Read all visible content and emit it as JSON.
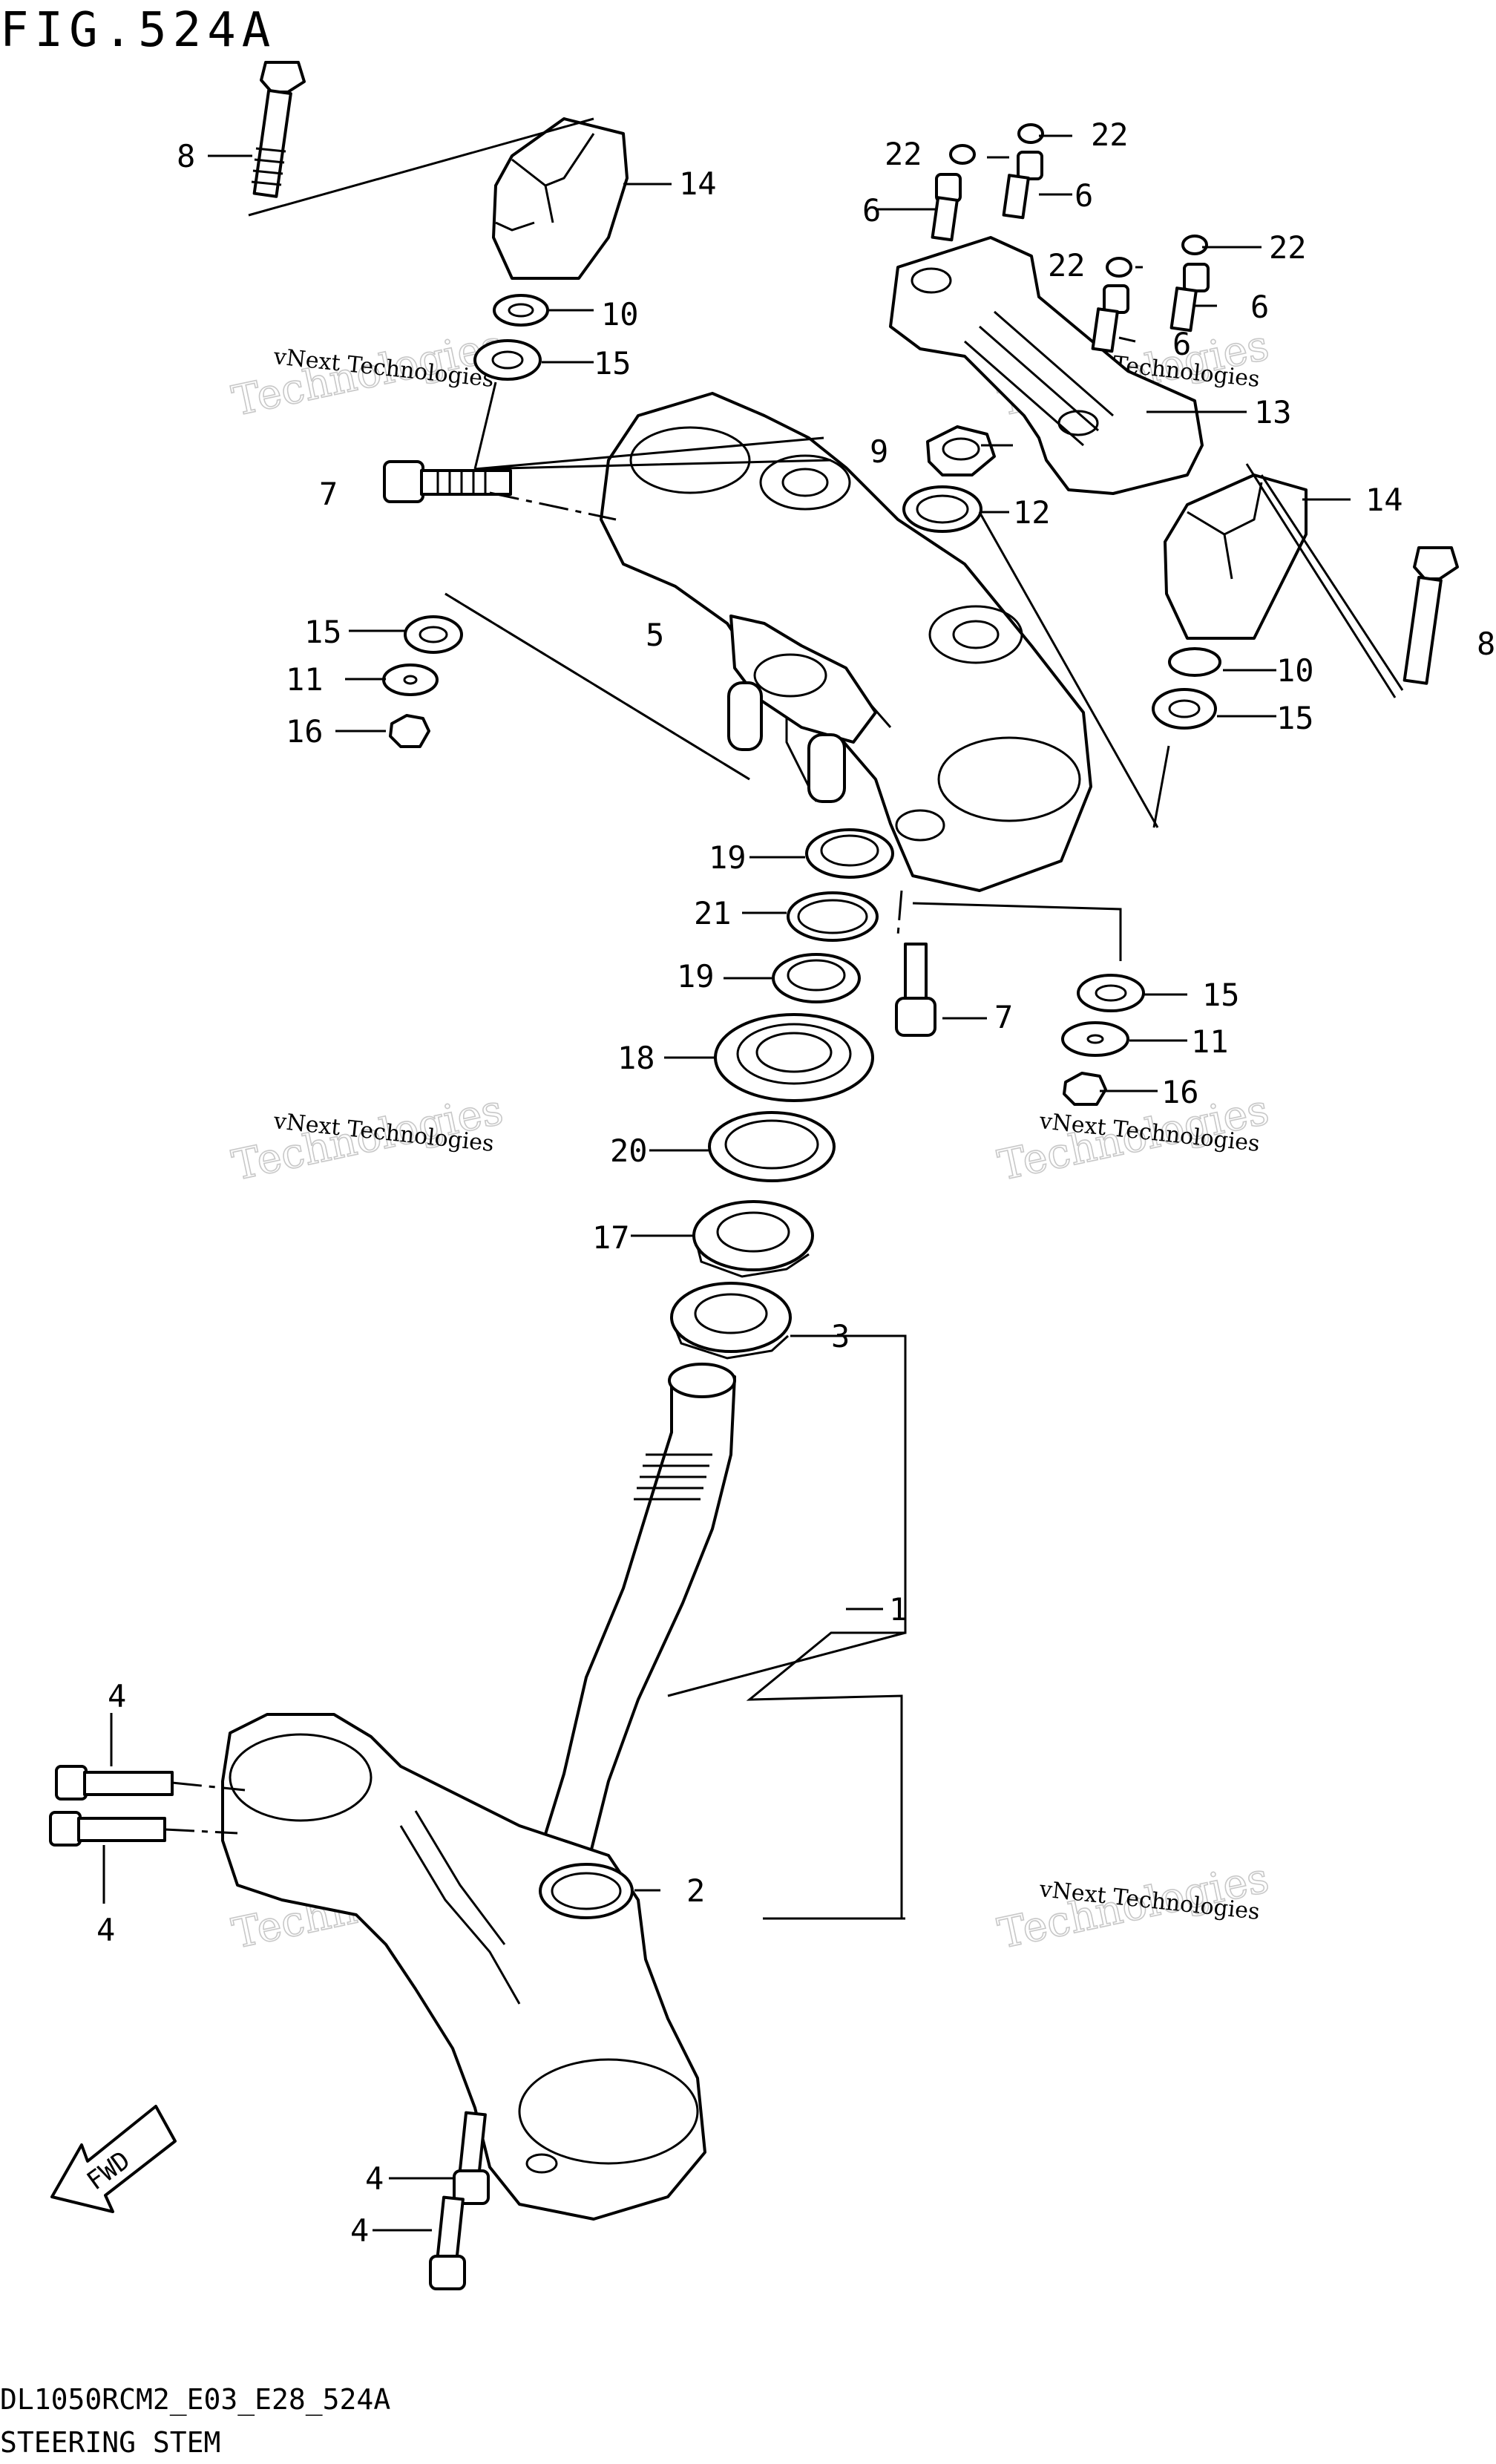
{
  "header": {
    "figure_title": "FIG.524A"
  },
  "footer": {
    "model_code": "DL1050RCM2_E03_E28_524A",
    "section_title": "STEERING STEM"
  },
  "watermark": {
    "line1": "vNext Technologies",
    "line2": "Technologies"
  },
  "callouts": {
    "c1": "1",
    "c2": "2",
    "c3": "3",
    "c4a": "4",
    "c4b": "4",
    "c4c": "4",
    "c4d": "4",
    "c5": "5",
    "c6a": "6",
    "c6b": "6",
    "c6c": "6",
    "c6d": "6",
    "c7a": "7",
    "c7b": "7",
    "c8a": "8",
    "c8b": "8",
    "c9": "9",
    "c10a": "10",
    "c10b": "10",
    "c11a": "11",
    "c11b": "11",
    "c12": "12",
    "c13": "13",
    "c14a": "14",
    "c14b": "14",
    "c15a": "15",
    "c15b": "15",
    "c15c": "15",
    "c15d": "15",
    "c16a": "16",
    "c16b": "16",
    "c17": "17",
    "c18": "18",
    "c19a": "19",
    "c19b": "19",
    "c20": "20",
    "c21": "21",
    "c22a": "22",
    "c22b": "22",
    "c22c": "22",
    "c22d": "22"
  },
  "badge": {
    "fwd_label": "FWD"
  }
}
